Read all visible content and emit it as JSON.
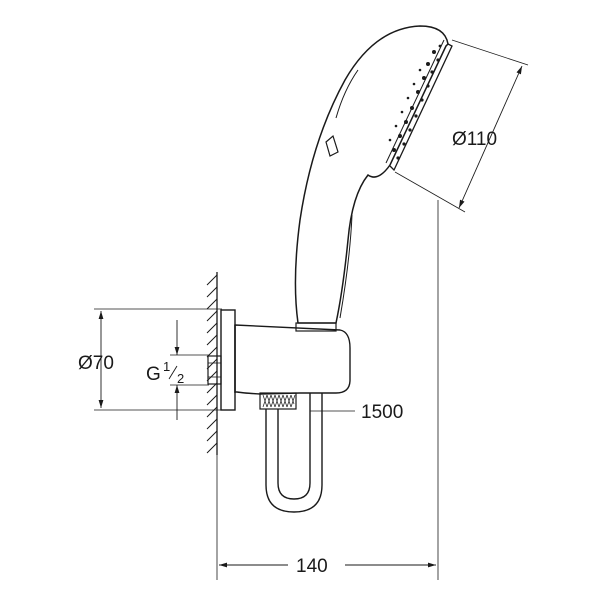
{
  "labels": {
    "head_diameter": "Ø110",
    "flange_diameter": "Ø70",
    "thread_main": "G",
    "thread_num": "1",
    "thread_den": "2",
    "hose_length": "1500",
    "depth": "140"
  }
}
